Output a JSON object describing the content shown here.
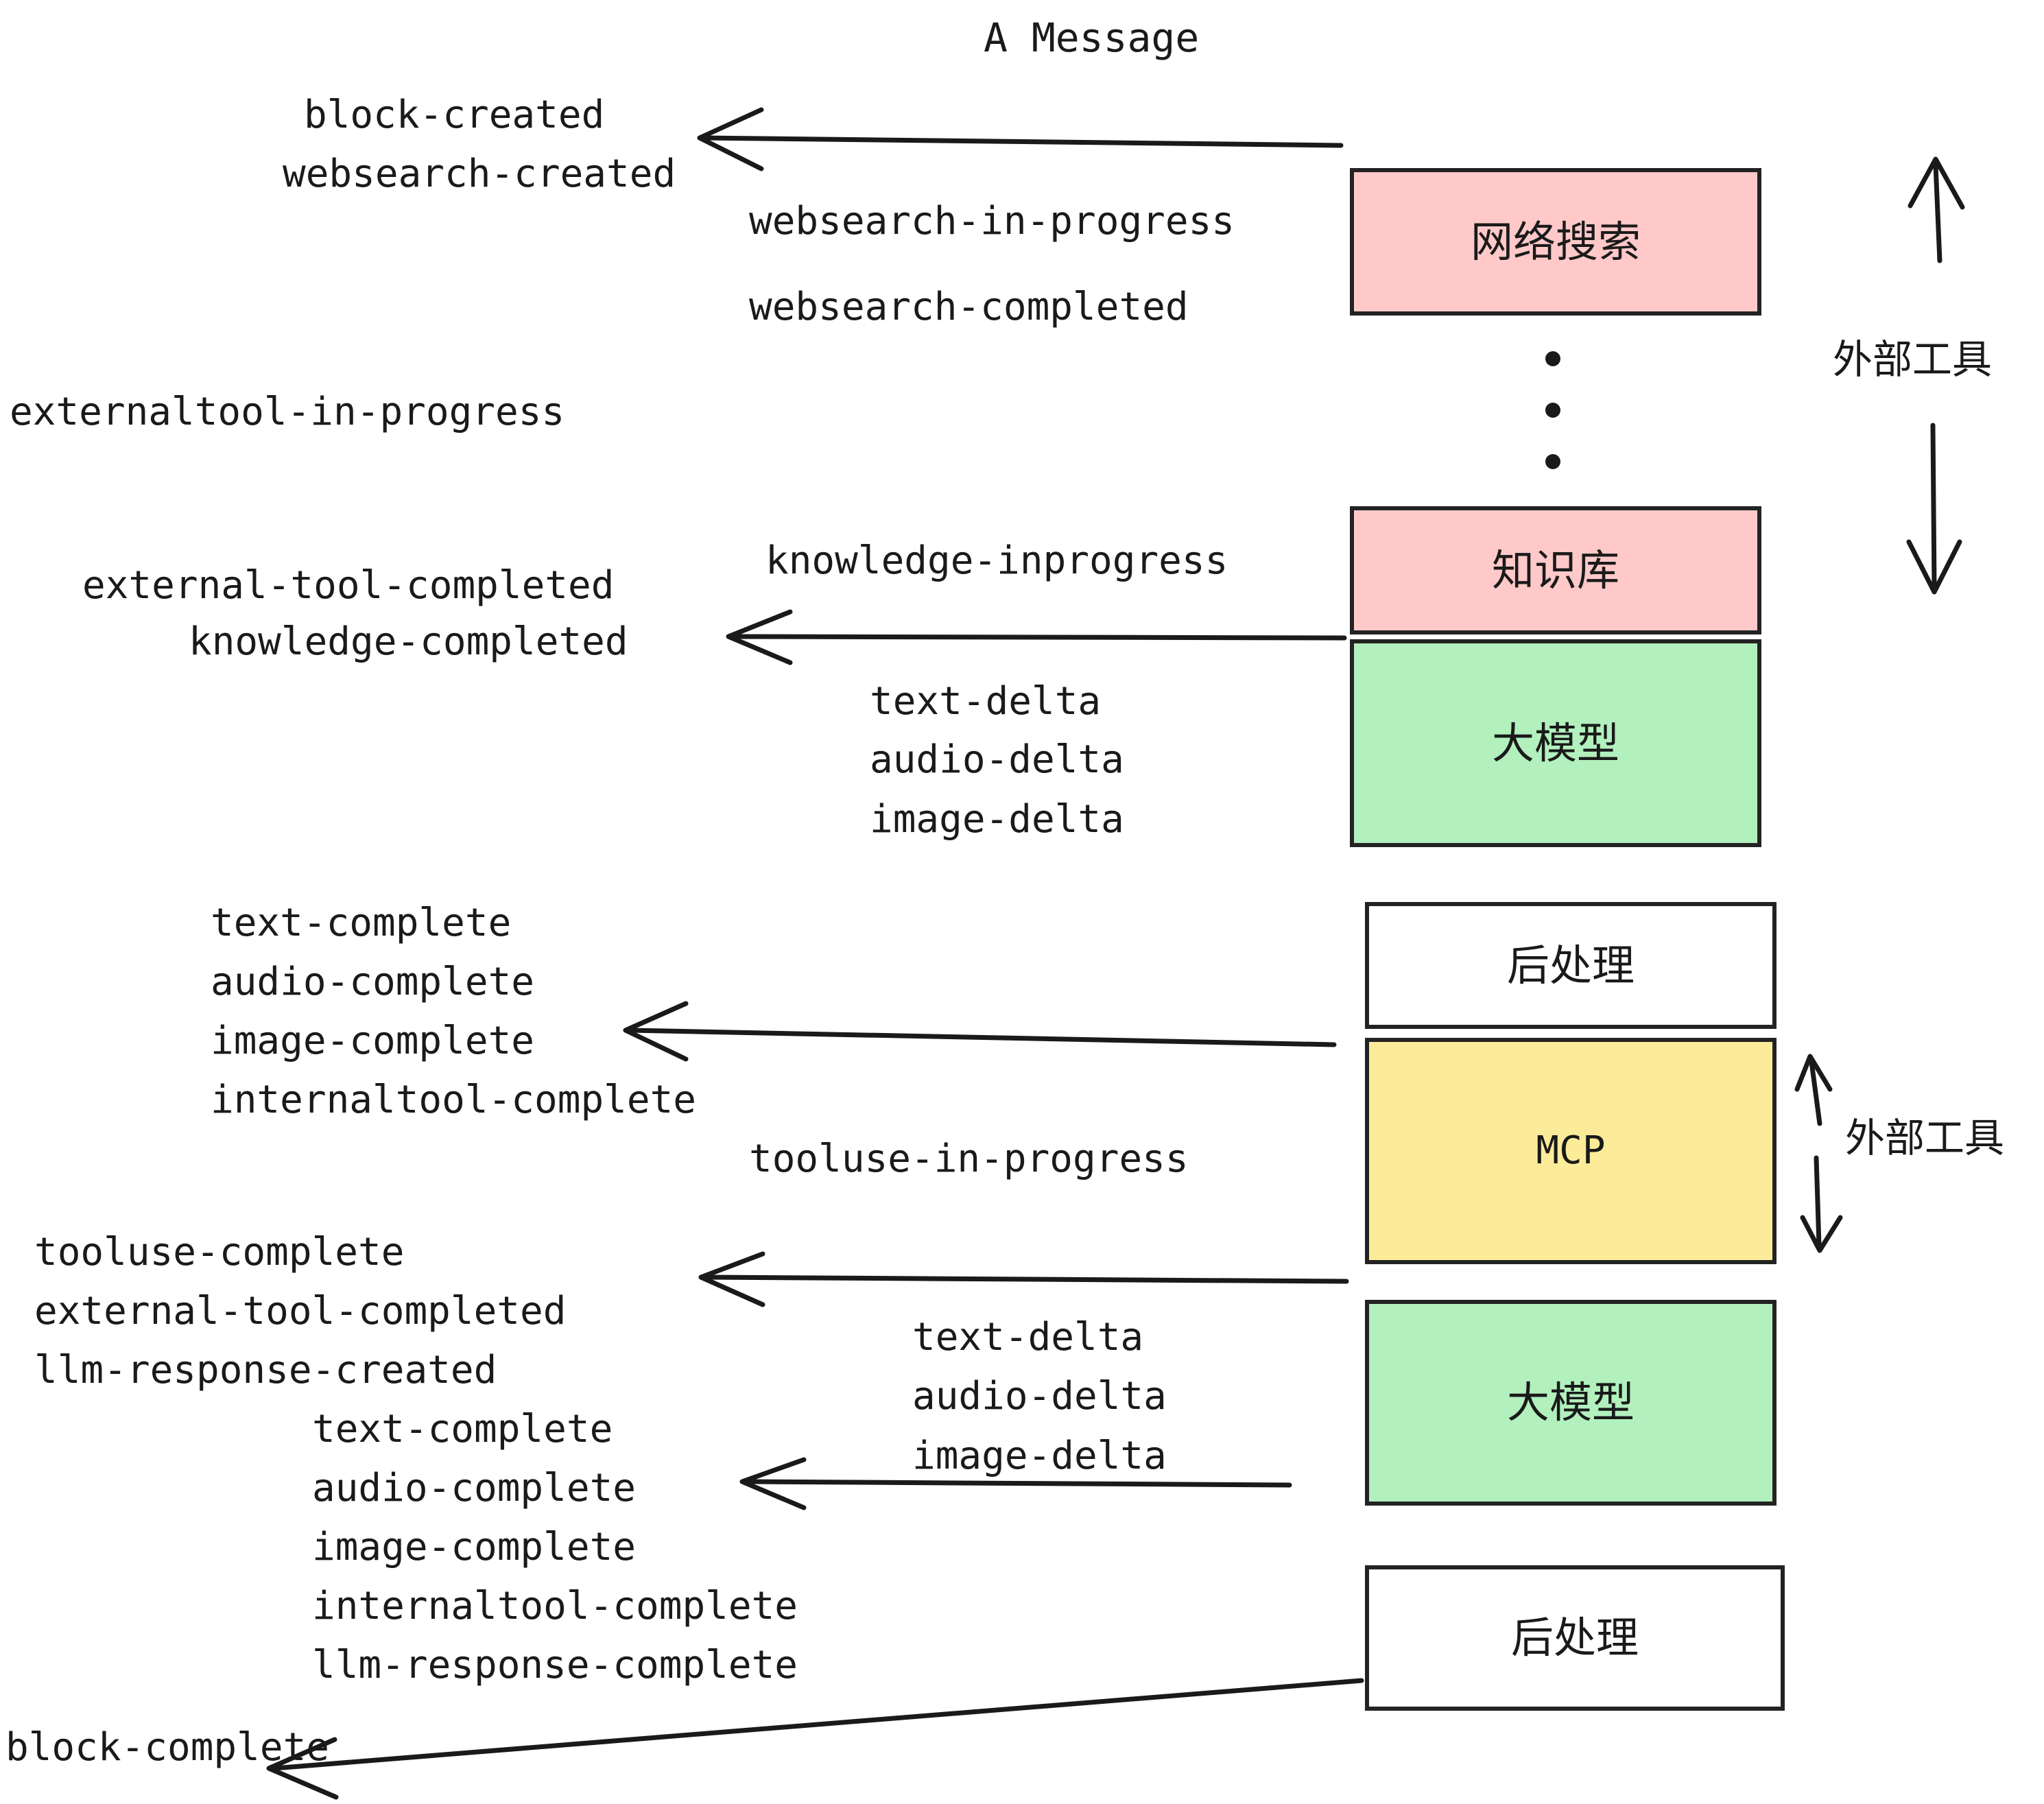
{
  "title": "A Message",
  "colors": {
    "pink": "#FFC9C9",
    "green": "#B2F0BE",
    "yellow": "#FCEC9A",
    "white": "#FFFFFF",
    "stroke": "#232323",
    "text": "#1A1A1A"
  },
  "nodes": {
    "websearch": "网络搜索",
    "knowledge": "知识库",
    "llm1": "大模型",
    "postprocess1": "后处理",
    "mcp": "MCP",
    "llm2": "大模型",
    "postprocess2": "后处理"
  },
  "side_labels": {
    "external_tool_top": "外部工具",
    "external_tool_bottom": "外部工具"
  },
  "events": {
    "block_created": "block-created",
    "websearch_created": "websearch-created",
    "websearch_in_progress": "websearch-in-progress",
    "websearch_completed": "websearch-completed",
    "externaltool_in_progress": "externaltool-in-progress",
    "knowledge_inprogress": "knowledge-inprogress",
    "external_tool_completed_1": "external-tool-completed",
    "knowledge_completed": "knowledge-completed",
    "text_delta_1": "text-delta",
    "audio_delta_1": "audio-delta",
    "image_delta_1": "image-delta",
    "text_complete_1": "text-complete",
    "audio_complete_1": "audio-complete",
    "image_complete_1": "image-complete",
    "internaltool_complete_1": "internaltool-complete",
    "tooluse_in_progress": "tooluse-in-progress",
    "tooluse_complete": "tooluse-complete",
    "external_tool_completed_2": "external-tool-completed",
    "llm_response_created": "llm-response-created",
    "text_delta_2": "text-delta",
    "audio_delta_2": "audio-delta",
    "image_delta_2": "image-delta",
    "text_complete_2": "text-complete",
    "audio_complete_2": "audio-complete",
    "image_complete_2": "image-complete",
    "internaltool_complete_2": "internaltool-complete",
    "llm_response_complete": "llm-response-complete",
    "block_complete": "block-complete"
  }
}
